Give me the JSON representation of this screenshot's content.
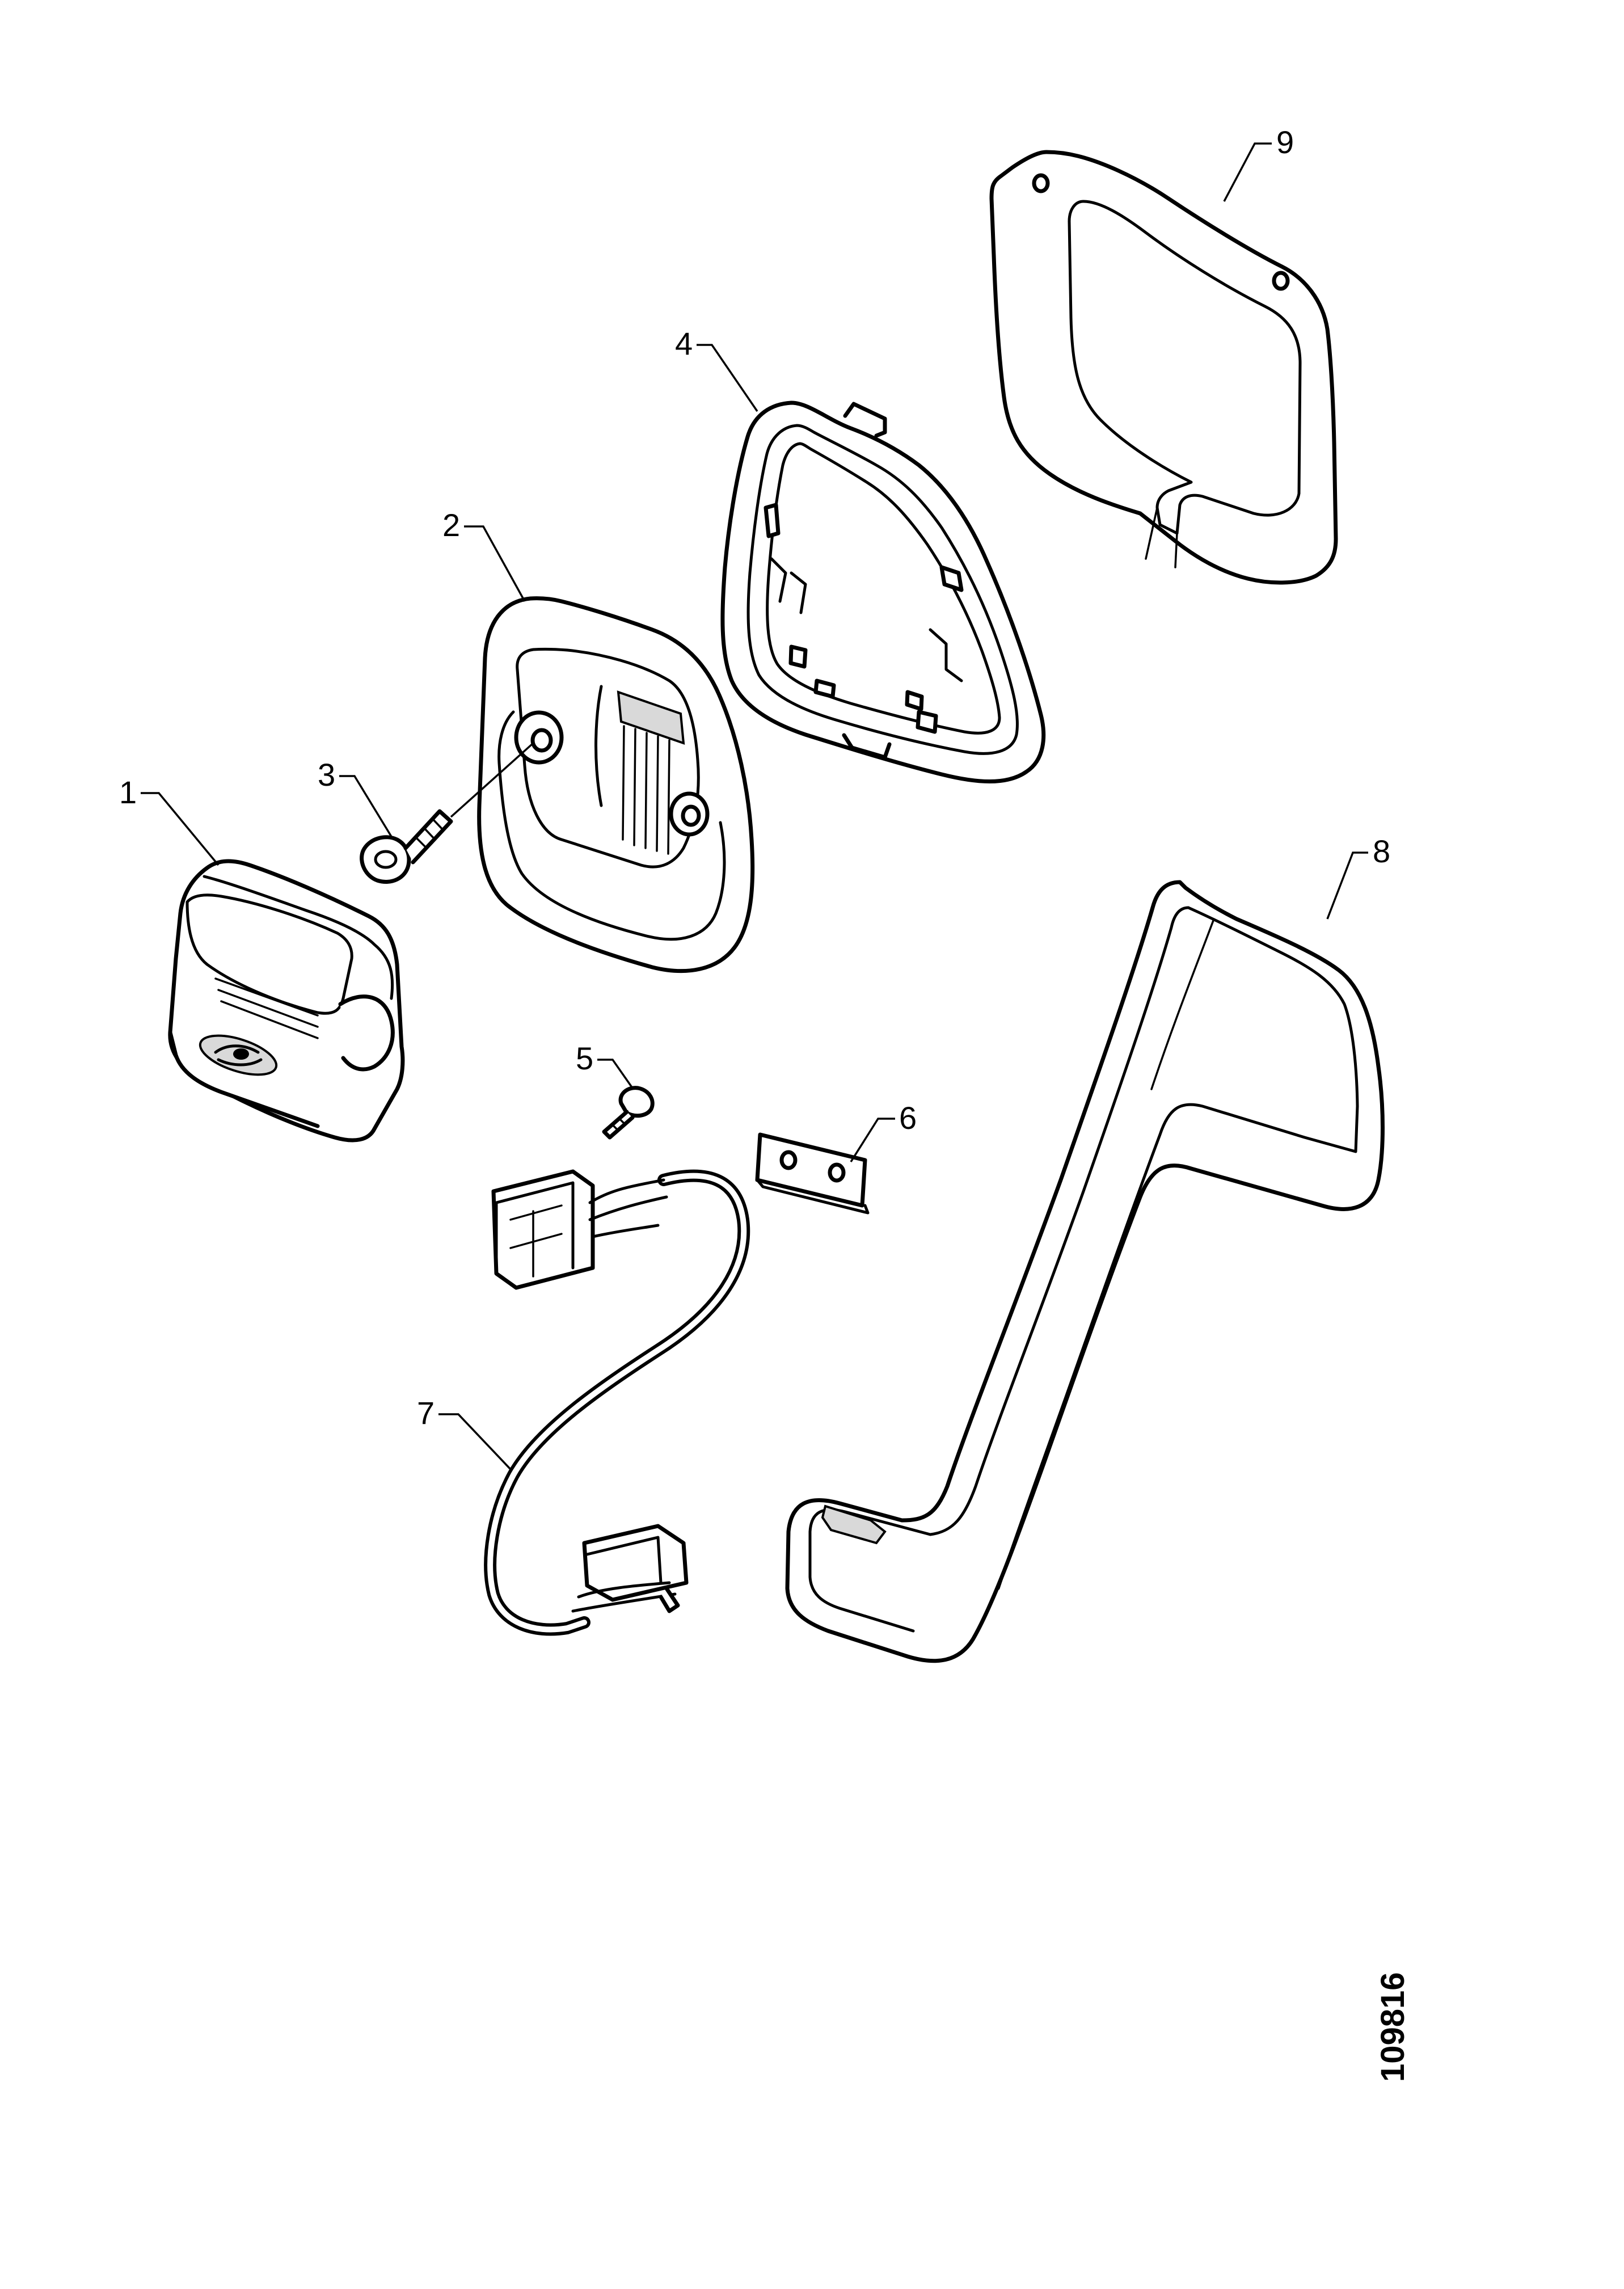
{
  "figure_number": "109816",
  "callouts": [
    "1",
    "2",
    "3",
    "4",
    "5",
    "6",
    "7",
    "8",
    "9"
  ]
}
